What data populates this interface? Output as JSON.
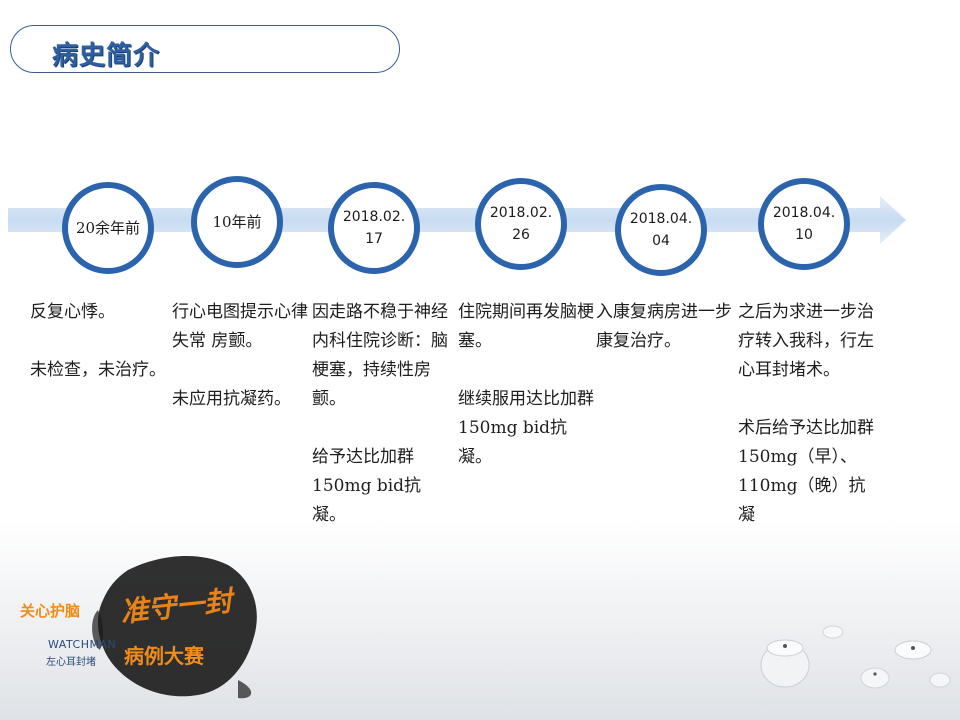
{
  "title": "病史简介",
  "timeline": [
    {
      "label": "20余年前"
    },
    {
      "label": "10年前"
    },
    {
      "label": "2018.02.\n17"
    },
    {
      "label": "2018.02.\n26"
    },
    {
      "label": "2018.04.\n04"
    },
    {
      "label": "2018.04.\n10"
    }
  ],
  "columns": [
    {
      "paragraphs": [
        "反复心悸。",
        "未检查，未治疗。"
      ]
    },
    {
      "paragraphs": [
        "行心电图提示心律失常 房颤。",
        "未应用抗凝药。"
      ]
    },
    {
      "paragraphs": [
        "因走路不稳于神经内科住院诊断：脑梗塞，持续性房颤。",
        "给予达比加群150mg bid抗凝。"
      ]
    },
    {
      "paragraphs": [
        "住院期间再发脑梗塞。",
        "继续服用达比加群150mg bid抗凝。"
      ]
    },
    {
      "paragraphs": [
        "入康复病房进一步康复治疗。"
      ]
    },
    {
      "paragraphs": [
        "之后为求进一步治疗转入我科，行左心耳封堵术。",
        "术后给予达比加群150mg（早）、110mg（晚）抗凝"
      ]
    }
  ],
  "logo": {
    "tagline": "关心护脑",
    "script": "准守一封",
    "brand": "WATCHMAN",
    "brand_sub": "左心耳封堵",
    "contest": "病例大赛"
  },
  "colors": {
    "accent": "#2b64ad",
    "title": "#2e5fa3",
    "arrow": "#cfe0f3",
    "logo_orange": "#f08c1a"
  }
}
